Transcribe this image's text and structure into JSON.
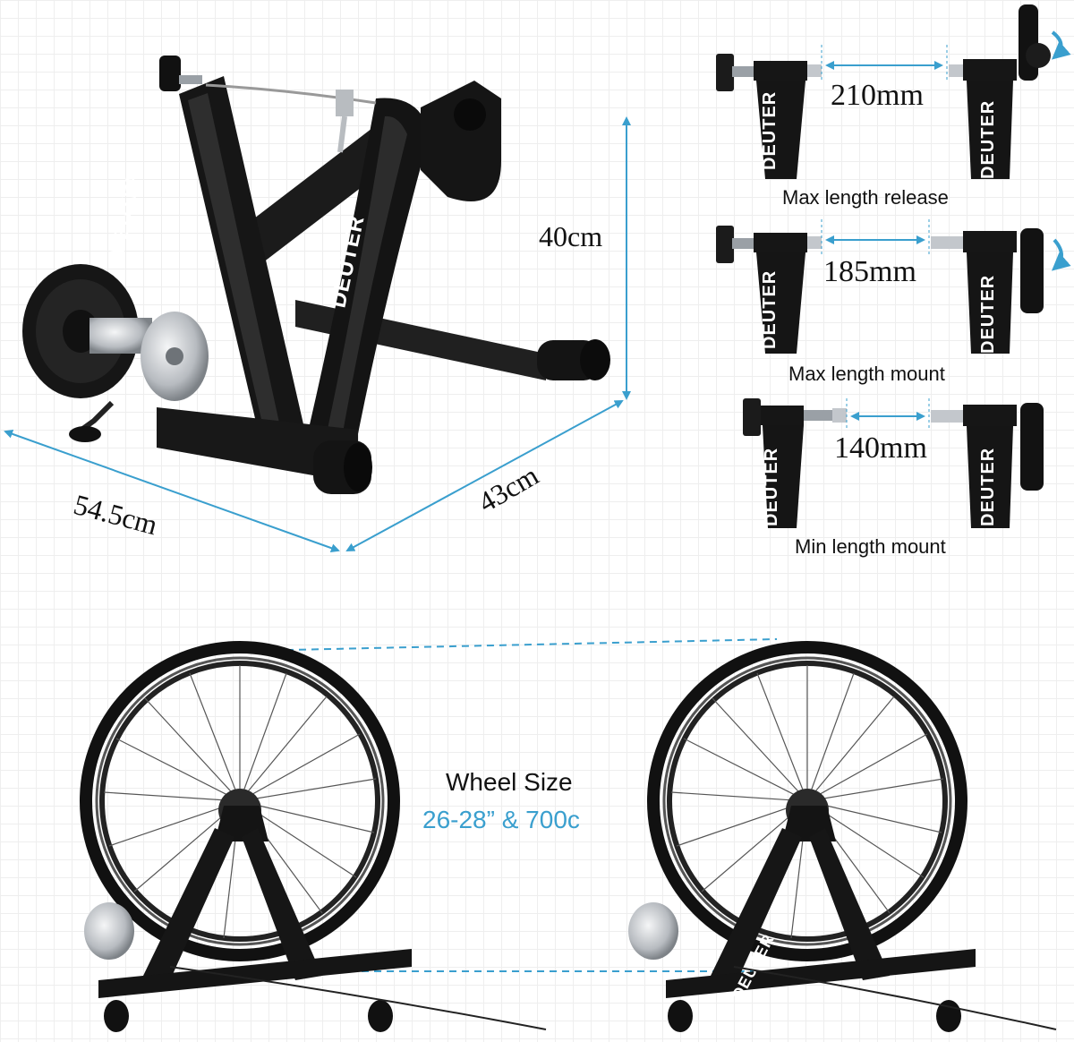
{
  "colors": {
    "accent": "#3a9fce",
    "frame": "#141414",
    "metal": "#c9ccd0",
    "background": "#ffffff"
  },
  "brand": "DEUTER",
  "dimensions": {
    "height": "40cm",
    "width": "54.5cm",
    "depth": "43cm"
  },
  "lengths": [
    {
      "value": "210mm",
      "caption": "Max length release"
    },
    {
      "value": "185mm",
      "caption": "Max length mount"
    },
    {
      "value": "140mm",
      "caption": "Min length mount"
    }
  ],
  "wheel": {
    "title": "Wheel Size",
    "sizes": "26-28” & 700c"
  }
}
